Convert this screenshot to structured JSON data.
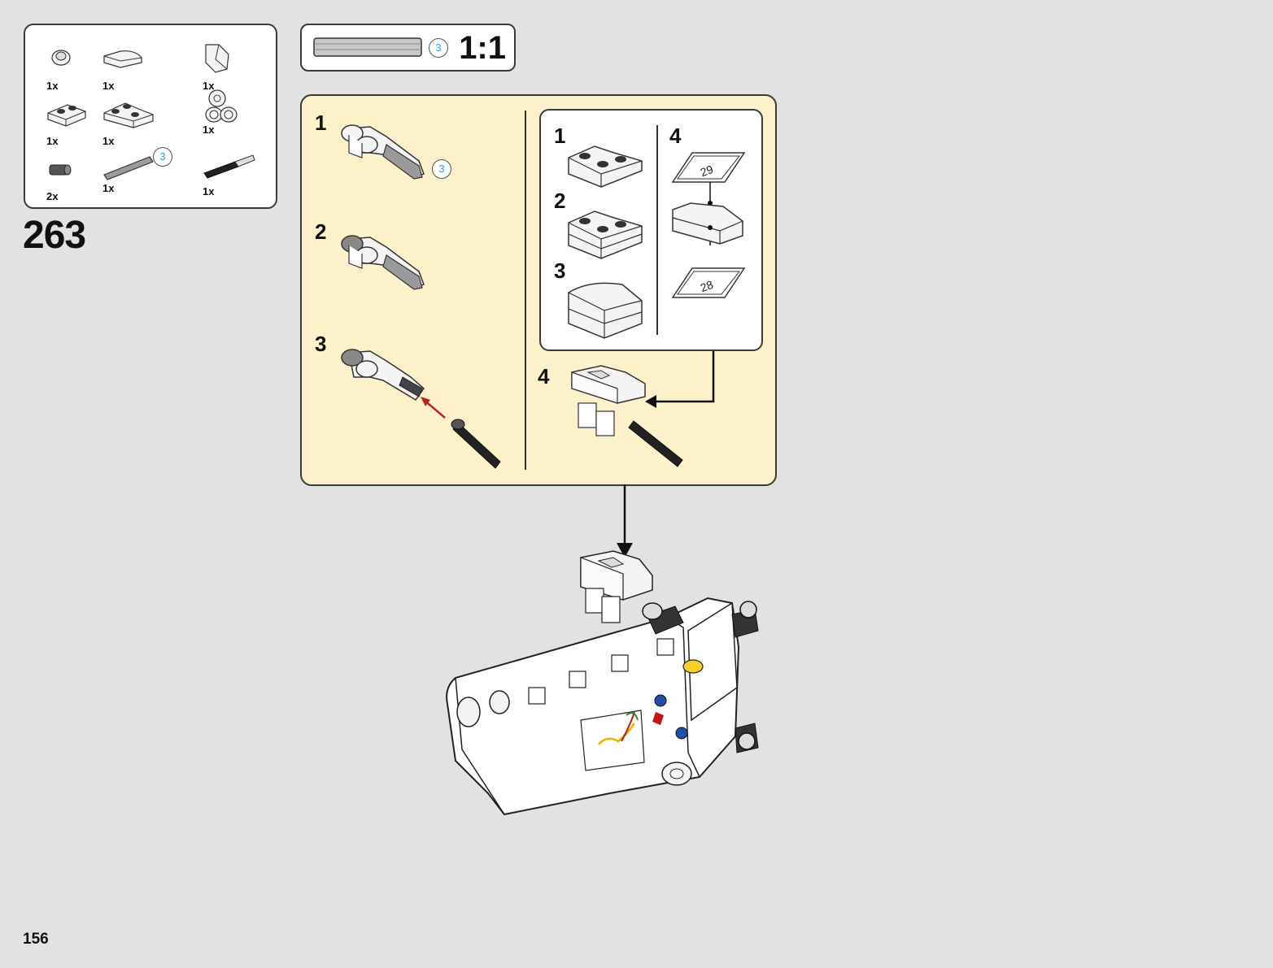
{
  "parts_list": {
    "items": [
      {
        "qty": "1x",
        "icon": "pipe-connector-icon"
      },
      {
        "qty": "1x",
        "icon": "curved-slope-icon"
      },
      {
        "qty": "1x",
        "icon": "wedge-slope-icon"
      },
      {
        "qty": "1x",
        "icon": "plate-1x2-icon"
      },
      {
        "qty": "1x",
        "icon": "corner-plate-icon"
      },
      {
        "qty": "1x",
        "icon": "axle-connector-icon"
      },
      {
        "qty": "2x",
        "icon": "bush-icon"
      },
      {
        "qty": "1x",
        "icon": "axle-3-icon",
        "length": "3"
      },
      {
        "qty": "1x",
        "icon": "axle-pin-icon"
      }
    ]
  },
  "step_number": "263",
  "scale_box": {
    "axle_length": "3",
    "scale": "1:1"
  },
  "callout": {
    "steps": [
      {
        "label": "1",
        "axle_length": "3"
      },
      {
        "label": "2"
      },
      {
        "label": "3"
      },
      {
        "label": "4"
      }
    ],
    "sub_callout": {
      "steps": [
        {
          "label": "1"
        },
        {
          "label": "2"
        },
        {
          "label": "3"
        },
        {
          "label": "4",
          "sticker_top": "29",
          "sticker_bottom": "28"
        }
      ]
    }
  },
  "page_number": "156"
}
